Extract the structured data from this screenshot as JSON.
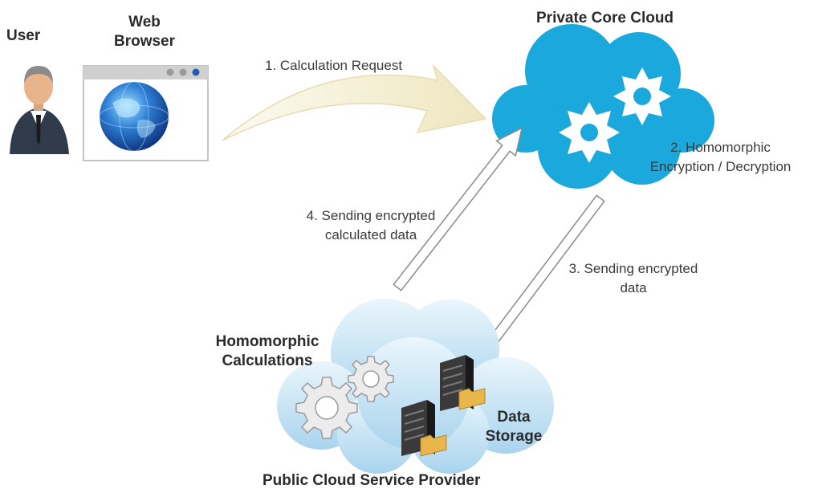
{
  "labels": {
    "user": "User",
    "web_browser_line1": "Web",
    "web_browser_line2": "Browser",
    "private_cloud": "Private Core Cloud",
    "public_cloud": "Public Cloud Service Provider",
    "homomorphic_calc_line1": "Homomorphic",
    "homomorphic_calc_line2": "Calculations",
    "data_storage_line1": "Data",
    "data_storage_line2": "Storage"
  },
  "steps": {
    "step1": "1. Calculation Request",
    "step2_line1": "2. Homomorphic",
    "step2_line2": "Encryption / Decryption",
    "step3_line1": "3. Sending encrypted",
    "step3_line2": "data",
    "step4_line1": "4. Sending encrypted",
    "step4_line2": "calculated data"
  },
  "colors": {
    "private_cloud": "#1ba8dc",
    "public_cloud": "#cfe8f5",
    "request_arrow": "#f4f0d4",
    "server": "#2a2a2a"
  },
  "icons": {
    "user": "user-avatar-icon",
    "browser": "web-browser-icon",
    "globe": "globe-icon",
    "gear": "gear-icon",
    "server": "server-icon",
    "folder": "folder-icon"
  }
}
